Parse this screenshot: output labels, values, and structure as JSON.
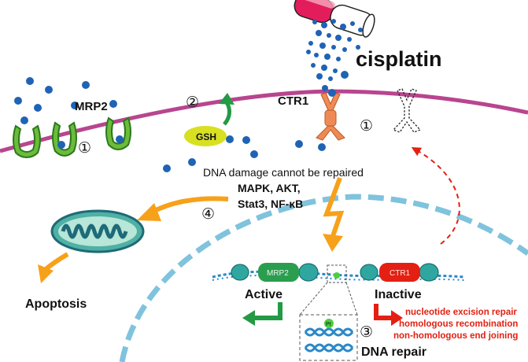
{
  "labels": {
    "cisplatin": "cisplatin",
    "mrp2_transporter": "MRP2",
    "ctr1_transporter": "CTR1",
    "gsh": "GSH",
    "dna_damage": "DNA damage cannot be repaired",
    "pathway_line1": "MAPK, AKT,",
    "pathway_line2": "Stat3, NF-κB",
    "apoptosis": "Apoptosis",
    "active": "Active",
    "inactive": "Inactive",
    "gene_mrp2": "MRP2",
    "gene_ctr1": "CTR1",
    "pt": "Pt",
    "dna_repair": "DNA repair",
    "repair_1": "nucleotide excision repair",
    "repair_2": "homologous recombination",
    "repair_3": "non-homologous end joining"
  },
  "markers": {
    "m1_left": "①",
    "m2": "②",
    "m1_right": "①",
    "m3": "③",
    "m4": "④"
  },
  "colors": {
    "membrane": "#b8458f",
    "drug_dot": "#1f63b5",
    "mrp2_protein": "#6dbb3c",
    "ctr1_protein": "#f08a55",
    "gsh": "#d8e021",
    "orange_arrow": "#f7a11a",
    "green_arrow": "#239a44",
    "red_arrow": "#e32012",
    "nucleus": "#7fc3dd",
    "mitochondrion": "#4fb0a4",
    "red_text": "#e32012"
  }
}
